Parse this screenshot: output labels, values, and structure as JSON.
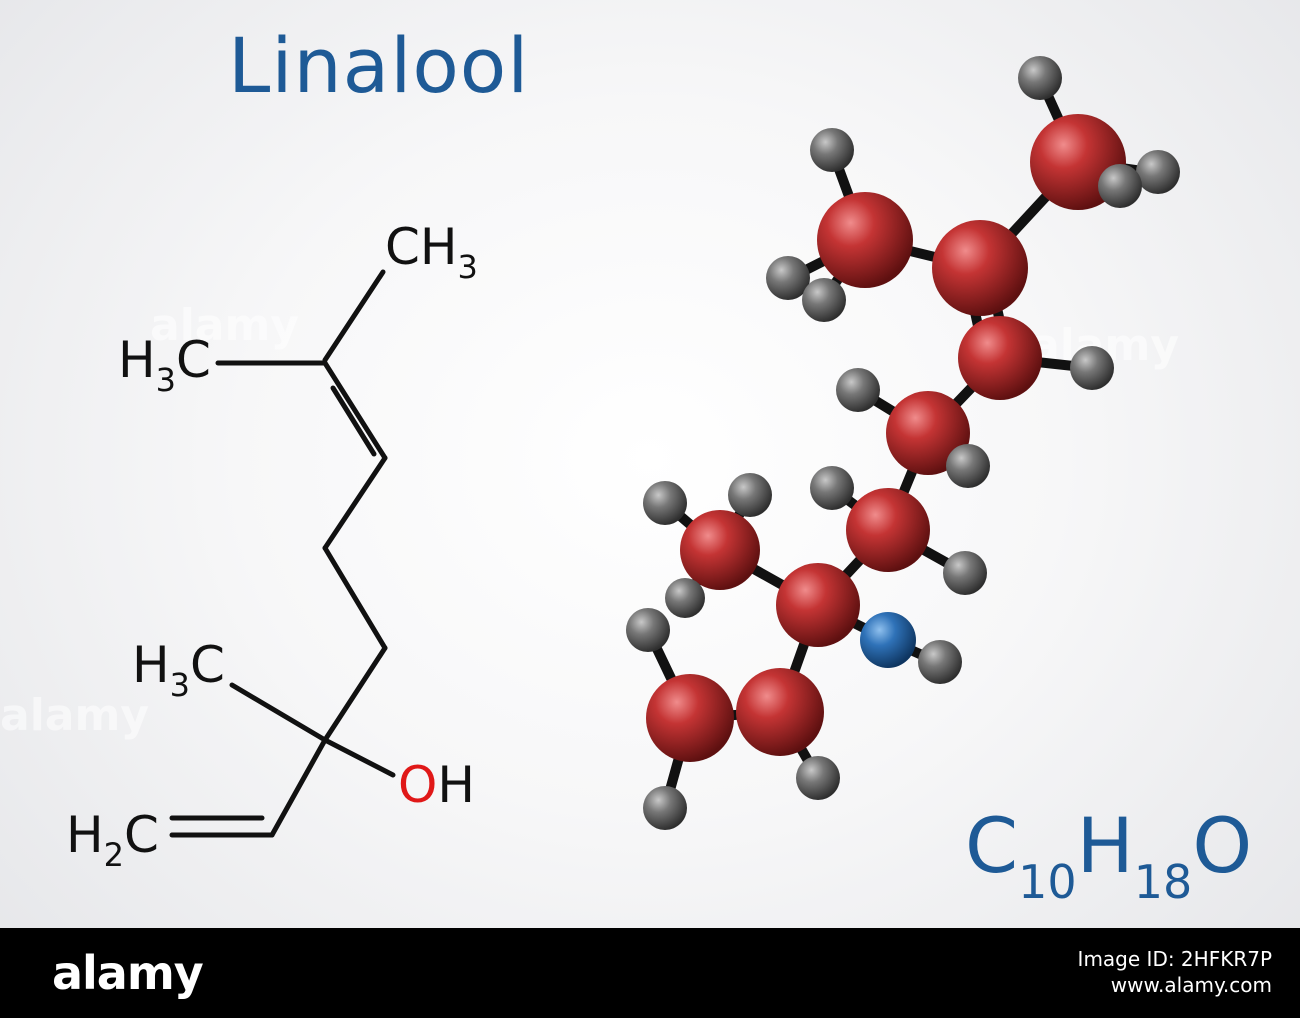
{
  "title": "Linalool",
  "structure_labels": {
    "ch3_top": {
      "main": "CH",
      "sub": "3"
    },
    "h3c_upper": {
      "pre": "H",
      "sub": "3",
      "post": "C"
    },
    "h3c_lower": {
      "pre": "H",
      "sub": "3",
      "post": "C"
    },
    "oh": {
      "o": "O",
      "h": "H"
    },
    "h2c": {
      "pre": "H",
      "sub": "2",
      "post": "C"
    }
  },
  "formula": {
    "c": "C",
    "c_n": "10",
    "h": "H",
    "h_n": "18",
    "o": "O"
  },
  "colors": {
    "title": "#1e5a96",
    "oxygen_label": "#e01818",
    "carbon_atom": "#b52a2a",
    "hydrogen_atom": "#6a6a6a",
    "oxygen_atom": "#2a70b8",
    "bond": "#111111"
  },
  "watermark": "alamy",
  "footer": {
    "brand": "alamy",
    "image_id_label": "Image ID: 2HFKR7P",
    "site": "www.alamy.com"
  }
}
